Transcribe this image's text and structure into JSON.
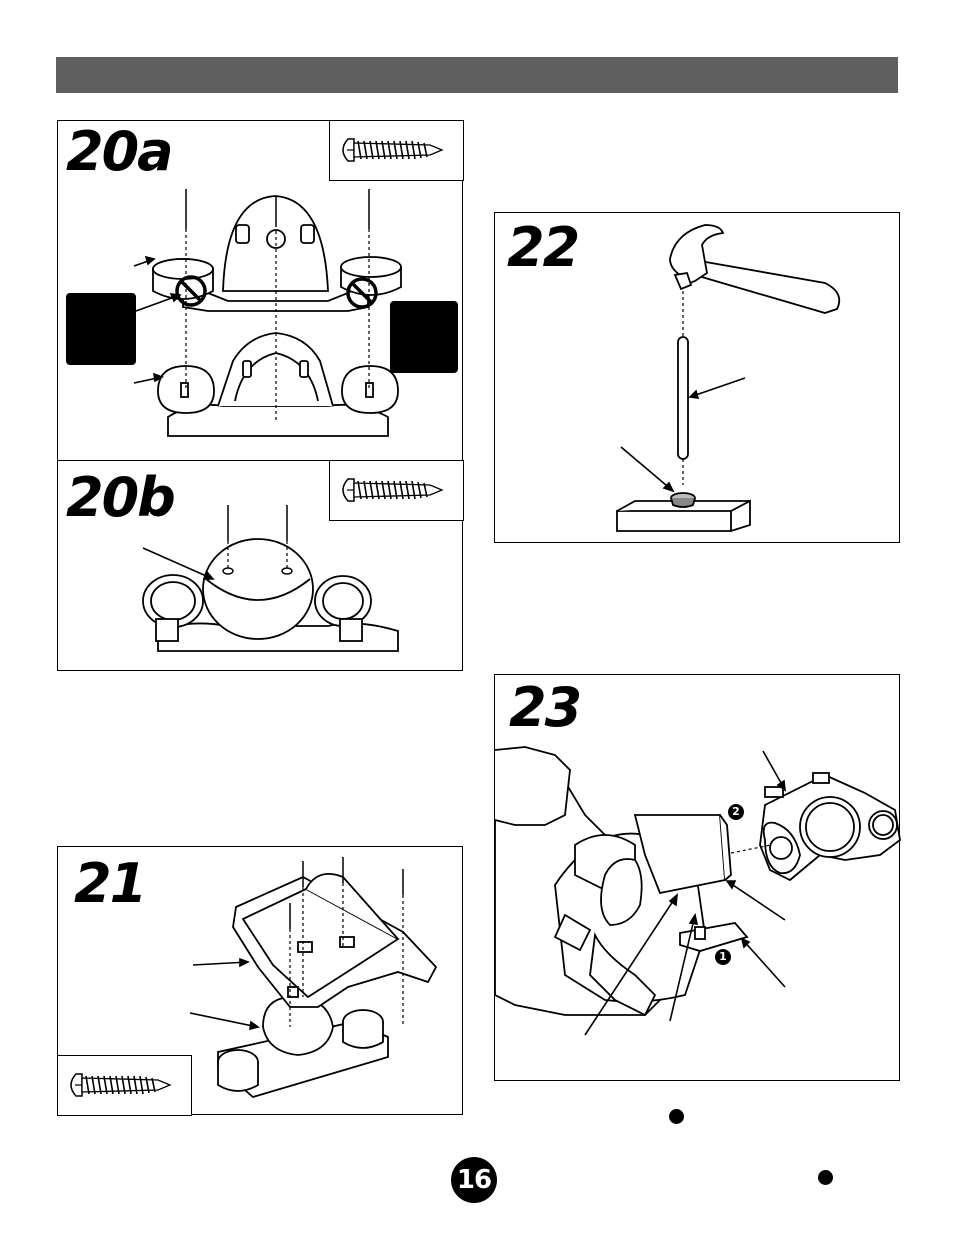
{
  "page": {
    "page_number": "16"
  },
  "steps": {
    "s20a": {
      "number": "20a"
    },
    "s20b": {
      "number": "20b"
    },
    "s21": {
      "number": "21"
    },
    "s22": {
      "number": "22"
    },
    "s23": {
      "number": "23",
      "callout_1": "1",
      "callout_2": "2"
    }
  },
  "icons": {
    "screw": "screw-icon",
    "hammer": "hammer-icon",
    "no_symbol": "prohibited-icon"
  },
  "colors": {
    "header_bar": "#5f5f5f",
    "ink": "#000000"
  }
}
